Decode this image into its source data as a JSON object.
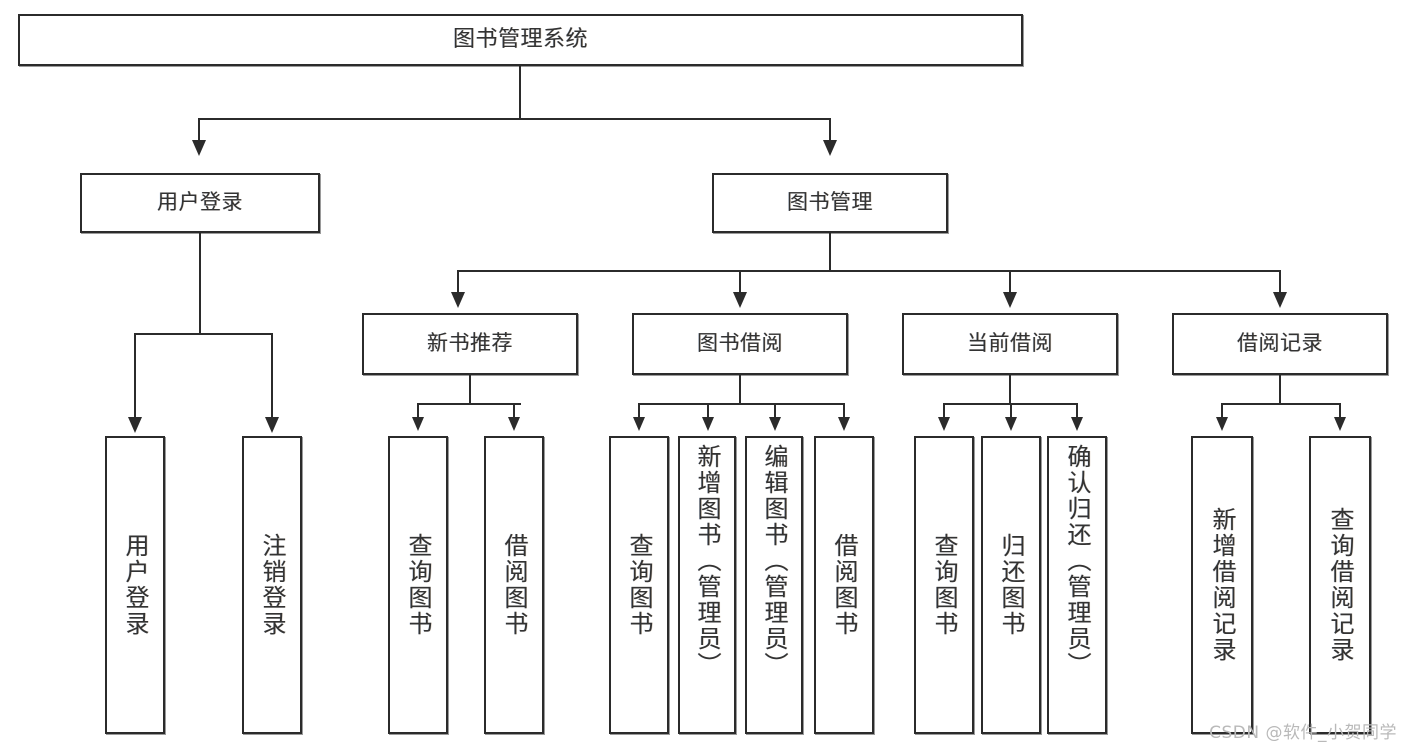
{
  "diagram": {
    "title": "图书管理系统",
    "type": "tree-hierarchy-chart",
    "root": {
      "label": "图书管理系统"
    },
    "level1": [
      {
        "label": "用户登录"
      },
      {
        "label": "图书管理"
      }
    ],
    "level2": [
      {
        "label": "新书推荐"
      },
      {
        "label": "图书借阅"
      },
      {
        "label": "当前借阅"
      },
      {
        "label": "借阅记录"
      }
    ],
    "leaves": {
      "user_login": [
        {
          "label": "用户登录"
        },
        {
          "label": "注销登录"
        }
      ],
      "new_book_recommend": [
        {
          "label": "查询图书"
        },
        {
          "label": "借阅图书"
        }
      ],
      "book_borrow": [
        {
          "label": "查询图书"
        },
        {
          "label": "新增图书（管理员）"
        },
        {
          "label": "编辑图书（管理员）"
        },
        {
          "label": "借阅图书"
        }
      ],
      "current_borrow": [
        {
          "label": "查询图书"
        },
        {
          "label": "归还图书"
        },
        {
          "label": "确认归还（管理员）"
        }
      ],
      "borrow_record": [
        {
          "label": "新增借阅记录"
        },
        {
          "label": "查询借阅记录"
        }
      ]
    }
  },
  "watermark": {
    "text": "CSDN @软件_小贺同学"
  },
  "colors": {
    "border": "#2b2b2b",
    "text": "#333333",
    "background": "#ffffff",
    "watermark": "#b9b9b9"
  }
}
